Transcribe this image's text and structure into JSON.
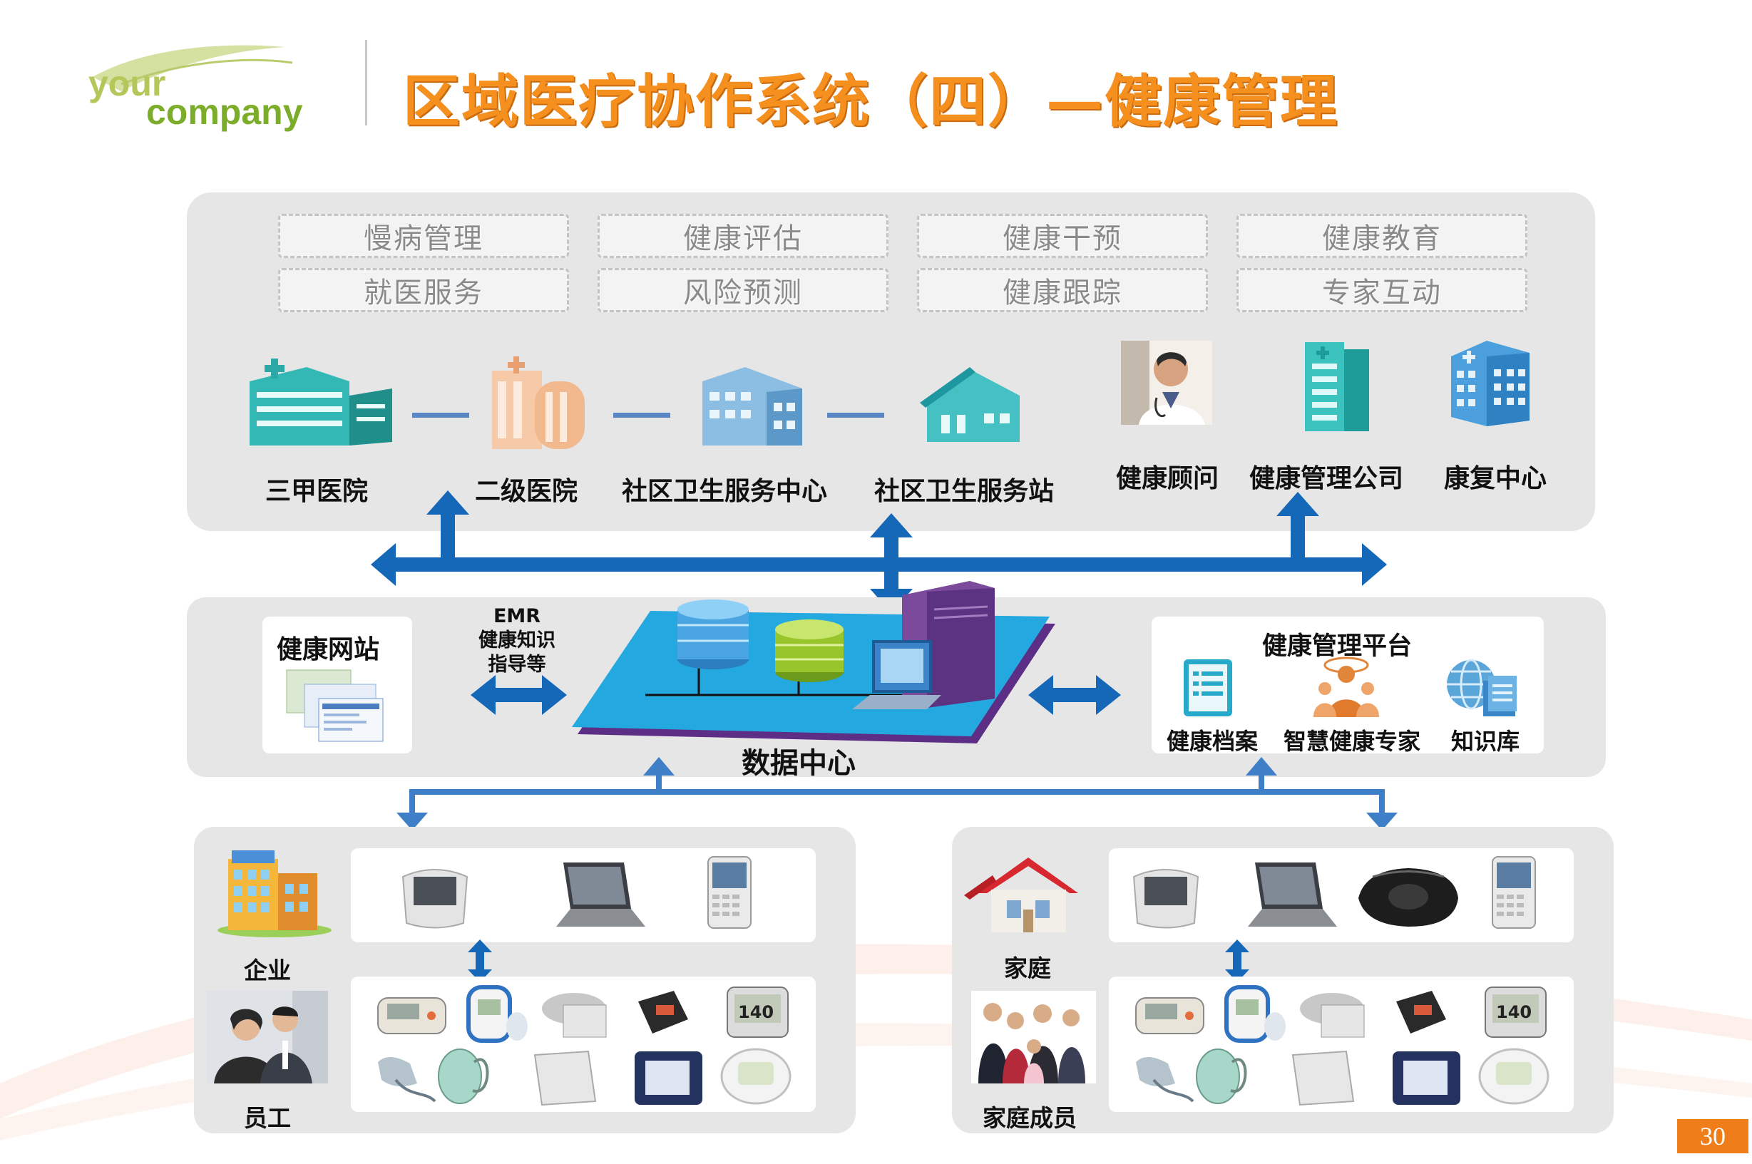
{
  "header": {
    "logo_line1": "your",
    "logo_line2": "company",
    "title": "区域医疗协作系统（四）—健康管理"
  },
  "services": [
    "慢病管理",
    "健康评估",
    "健康干预",
    "健康教育",
    "就医服务",
    "风险预测",
    "健康跟踪",
    "专家互动"
  ],
  "institutions": [
    "三甲医院",
    "二级医院",
    "社区卫生服务中心",
    "社区卫生服务站",
    "健康顾问",
    "健康管理公司",
    "康复中心"
  ],
  "middle": {
    "website_label": "健康网站",
    "exchange_text": [
      "EMR",
      "健康知识",
      "指导等"
    ],
    "data_center_label": "数据中心",
    "platform_title": "健康管理平台",
    "platform_items": [
      "健康档案",
      "智慧健康专家",
      "知识库"
    ]
  },
  "bottom_left": {
    "org_label": "企业",
    "person_label": "员工"
  },
  "bottom_right": {
    "org_label": "家庭",
    "person_label": "家庭成员"
  },
  "page_number": "30",
  "colors": {
    "title_orange": "#f5901e",
    "arrow_blue": "#1567b8",
    "teal": "#2bb3b1",
    "page_badge": "#ef7d1a"
  }
}
